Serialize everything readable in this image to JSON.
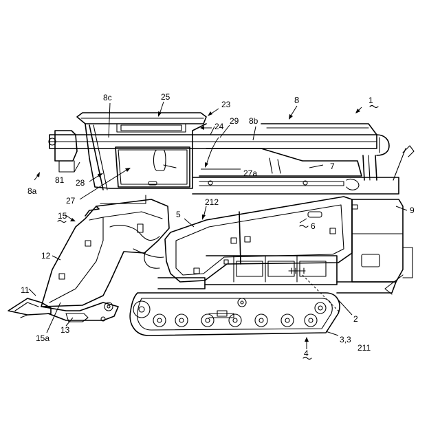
{
  "figure": {
    "labels": {
      "l1": "1",
      "l2": "2",
      "l3": "3,3",
      "l4": "4",
      "l5": "5",
      "l6": "6",
      "l7": "7",
      "l8": "8",
      "l8a": "8a",
      "l8b": "8b",
      "l8c": "8c",
      "l9": "9",
      "l11": "11",
      "l12": "12",
      "l13": "13",
      "l15": "15",
      "l15a": "15a",
      "l23": "23",
      "l24": "24",
      "l25": "25",
      "l27": "27",
      "l27a": "27a",
      "l28": "28",
      "l29": "29",
      "l81": "81",
      "l211": "211",
      "l212": "212"
    }
  }
}
